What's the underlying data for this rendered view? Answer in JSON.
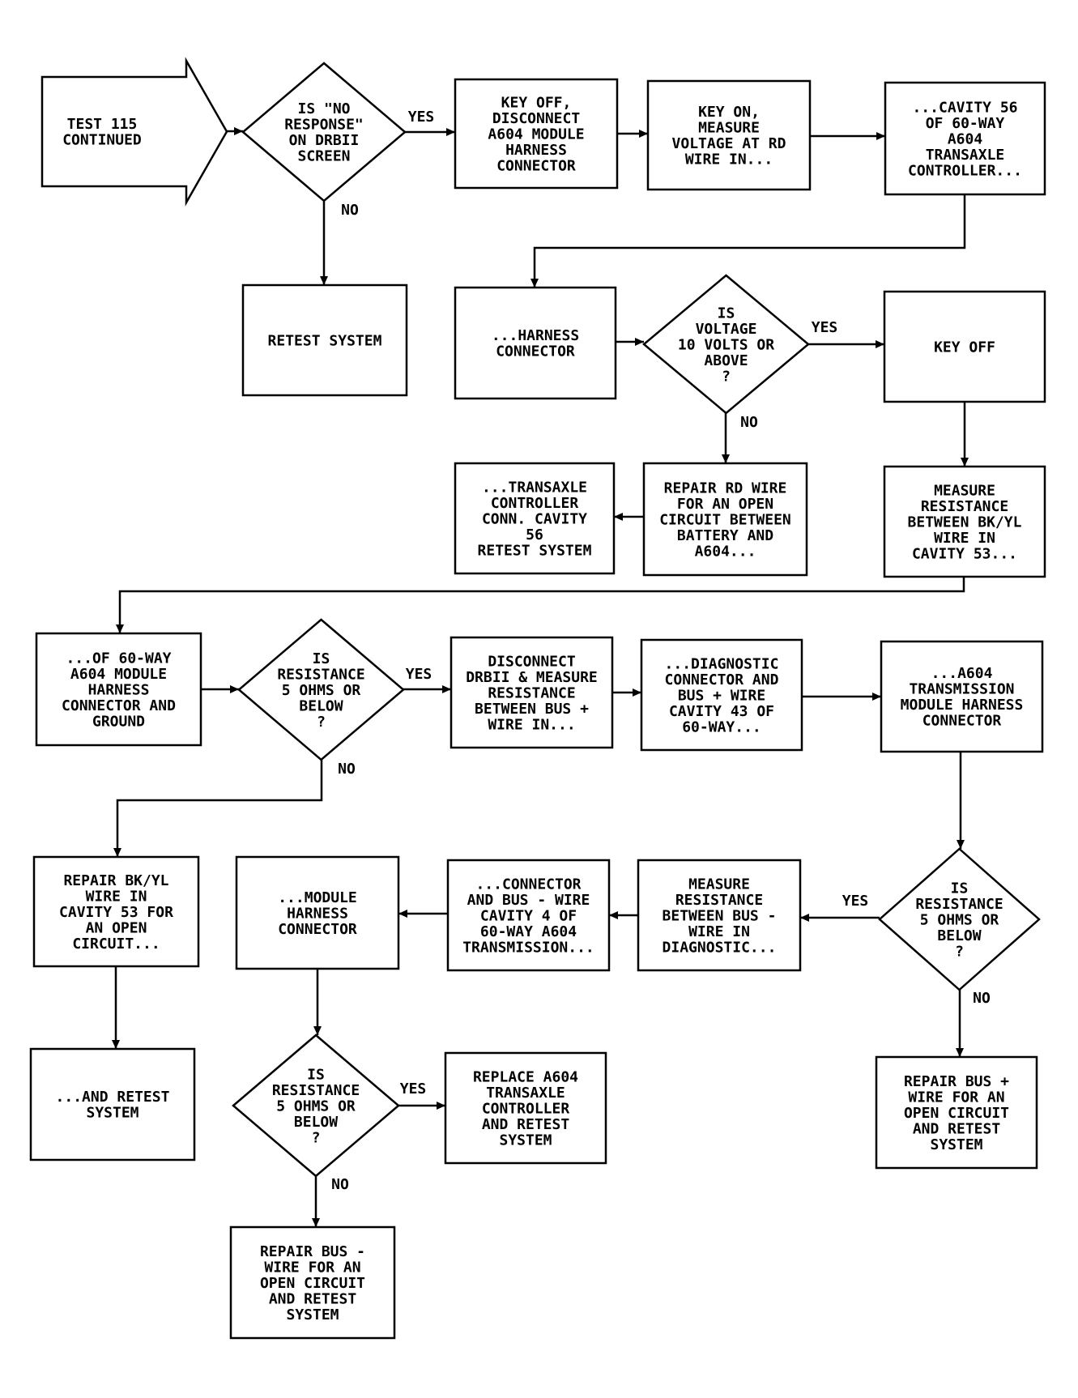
{
  "nodes": [
    {
      "id": "start",
      "kind": "arrow",
      "lines": [
        "TEST 115",
        "CONTINUED"
      ]
    },
    {
      "id": "q1",
      "kind": "decision",
      "lines": [
        "IS \"NO",
        "RESPONSE\"",
        "ON DRBII",
        "SCREEN"
      ]
    },
    {
      "id": "b1",
      "kind": "process",
      "lines": [
        "KEY OFF,",
        "DISCONNECT",
        "A604 MODULE",
        "HARNESS",
        "CONNECTOR"
      ]
    },
    {
      "id": "b2",
      "kind": "process",
      "lines": [
        "KEY ON,",
        "MEASURE",
        "VOLTAGE AT RD",
        "WIRE IN..."
      ]
    },
    {
      "id": "b3",
      "kind": "process",
      "lines": [
        "...CAVITY 56",
        "OF 60-WAY",
        "A604",
        "TRANSAXLE",
        "CONTROLLER..."
      ]
    },
    {
      "id": "retest1",
      "kind": "process",
      "lines": [
        "RETEST SYSTEM"
      ]
    },
    {
      "id": "b4",
      "kind": "process",
      "lines": [
        "...HARNESS",
        "CONNECTOR"
      ]
    },
    {
      "id": "q2",
      "kind": "decision",
      "lines": [
        "IS",
        "VOLTAGE",
        "10 VOLTS OR",
        "ABOVE",
        "?"
      ]
    },
    {
      "id": "b5",
      "kind": "process",
      "lines": [
        "KEY OFF"
      ]
    },
    {
      "id": "b6",
      "kind": "process",
      "lines": [
        "...TRANSAXLE",
        "CONTROLLER",
        "CONN. CAVITY",
        "56",
        "RETEST SYSTEM"
      ]
    },
    {
      "id": "b7",
      "kind": "process",
      "lines": [
        "REPAIR RD WIRE",
        "FOR AN OPEN",
        "CIRCUIT BETWEEN",
        "BATTERY AND",
        "A604..."
      ]
    },
    {
      "id": "b8",
      "kind": "process",
      "lines": [
        "MEASURE",
        "RESISTANCE",
        "BETWEEN BK/YL",
        "WIRE IN",
        "CAVITY 53..."
      ]
    },
    {
      "id": "b9",
      "kind": "process",
      "lines": [
        "...OF 60-WAY",
        "A604 MODULE",
        "HARNESS",
        "CONNECTOR AND",
        "GROUND"
      ]
    },
    {
      "id": "q3",
      "kind": "decision",
      "lines": [
        "IS",
        "RESISTANCE",
        "5 OHMS OR",
        "BELOW",
        "?"
      ]
    },
    {
      "id": "b10",
      "kind": "process",
      "lines": [
        "DISCONNECT",
        "DRBII & MEASURE",
        "RESISTANCE",
        "BETWEEN BUS +",
        "WIRE IN..."
      ]
    },
    {
      "id": "b11",
      "kind": "process",
      "lines": [
        "...DIAGNOSTIC",
        "CONNECTOR AND",
        "BUS + WIRE",
        "CAVITY 43 OF",
        "60-WAY..."
      ]
    },
    {
      "id": "b12",
      "kind": "process",
      "lines": [
        "...A604",
        "TRANSMISSION",
        "MODULE HARNESS",
        "CONNECTOR"
      ]
    },
    {
      "id": "b13",
      "kind": "process",
      "lines": [
        "REPAIR BK/YL",
        "WIRE IN",
        "CAVITY 53 FOR",
        "AN OPEN",
        "CIRCUIT..."
      ]
    },
    {
      "id": "b14",
      "kind": "process",
      "lines": [
        "...MODULE",
        "HARNESS",
        "CONNECTOR"
      ]
    },
    {
      "id": "b15",
      "kind": "process",
      "lines": [
        "...CONNECTOR",
        "AND BUS - WIRE",
        "CAVITY 4 OF",
        "60-WAY A604",
        "TRANSMISSION..."
      ]
    },
    {
      "id": "b16",
      "kind": "process",
      "lines": [
        "MEASURE",
        "RESISTANCE",
        "BETWEEN BUS -",
        "WIRE IN",
        "DIAGNOSTIC..."
      ]
    },
    {
      "id": "q4",
      "kind": "decision",
      "lines": [
        "IS",
        "RESISTANCE",
        "5 OHMS OR",
        "BELOW",
        "?"
      ]
    },
    {
      "id": "b17",
      "kind": "process",
      "lines": [
        "...AND RETEST",
        "SYSTEM"
      ]
    },
    {
      "id": "q5",
      "kind": "decision",
      "lines": [
        "IS",
        "RESISTANCE",
        "5 OHMS OR",
        "BELOW",
        "?"
      ]
    },
    {
      "id": "b18",
      "kind": "process",
      "lines": [
        "REPLACE A604",
        "TRANSAXLE",
        "CONTROLLER",
        "AND RETEST",
        "SYSTEM"
      ]
    },
    {
      "id": "b19",
      "kind": "process",
      "lines": [
        "REPAIR BUS +",
        "WIRE FOR AN",
        "OPEN CIRCUIT",
        "AND RETEST",
        "SYSTEM"
      ]
    },
    {
      "id": "b20",
      "kind": "process",
      "lines": [
        "REPAIR BUS -",
        "WIRE FOR AN",
        "OPEN CIRCUIT",
        "AND RETEST",
        "SYSTEM"
      ]
    }
  ],
  "edges": [
    {
      "from": "start",
      "to": "q1",
      "label": ""
    },
    {
      "from": "q1",
      "to": "b1",
      "label": "YES"
    },
    {
      "from": "q1",
      "to": "retest1",
      "label": "NO"
    },
    {
      "from": "b1",
      "to": "b2",
      "label": ""
    },
    {
      "from": "b2",
      "to": "b3",
      "label": ""
    },
    {
      "from": "b3",
      "to": "b4",
      "label": ""
    },
    {
      "from": "b4",
      "to": "q2",
      "label": ""
    },
    {
      "from": "q2",
      "to": "b5",
      "label": "YES"
    },
    {
      "from": "q2",
      "to": "b7",
      "label": "NO"
    },
    {
      "from": "b7",
      "to": "b6",
      "label": ""
    },
    {
      "from": "b5",
      "to": "b8",
      "label": ""
    },
    {
      "from": "b8",
      "to": "b9",
      "label": ""
    },
    {
      "from": "b9",
      "to": "q3",
      "label": ""
    },
    {
      "from": "q3",
      "to": "b10",
      "label": "YES"
    },
    {
      "from": "q3",
      "to": "b13",
      "label": "NO"
    },
    {
      "from": "b10",
      "to": "b11",
      "label": ""
    },
    {
      "from": "b11",
      "to": "b12",
      "label": ""
    },
    {
      "from": "b12",
      "to": "q4",
      "label": ""
    },
    {
      "from": "q4",
      "to": "b16",
      "label": "YES"
    },
    {
      "from": "q4",
      "to": "b19",
      "label": "NO"
    },
    {
      "from": "b16",
      "to": "b15",
      "label": ""
    },
    {
      "from": "b15",
      "to": "b14",
      "label": ""
    },
    {
      "from": "b14",
      "to": "q5",
      "label": ""
    },
    {
      "from": "q5",
      "to": "b18",
      "label": "YES"
    },
    {
      "from": "q5",
      "to": "b20",
      "label": "NO"
    },
    {
      "from": "b13",
      "to": "b17",
      "label": ""
    }
  ]
}
